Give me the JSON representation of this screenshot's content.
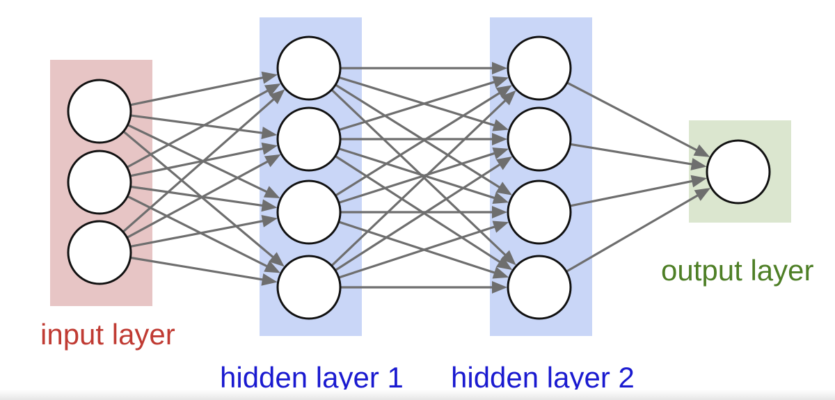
{
  "layers": [
    {
      "id": "input",
      "label": "input layer",
      "neurons": 3,
      "panel_color": "#e7c5c5",
      "label_color": "#c03b33"
    },
    {
      "id": "hidden1",
      "label": "hidden layer 1",
      "neurons": 4,
      "panel_color": "#c9d6f7",
      "label_color": "#1a1ad0"
    },
    {
      "id": "hidden2",
      "label": "hidden layer 2",
      "neurons": 4,
      "panel_color": "#c9d6f7",
      "label_color": "#1a1ad0"
    },
    {
      "id": "output",
      "label": "output layer",
      "neurons": 1,
      "panel_color": "#dbe6cf",
      "label_color": "#4e7f26"
    }
  ],
  "connection_style": "fully-connected",
  "arrow_color": "#6e6e6e",
  "neuron_fill": "#ffffff",
  "neuron_stroke": "#111111"
}
